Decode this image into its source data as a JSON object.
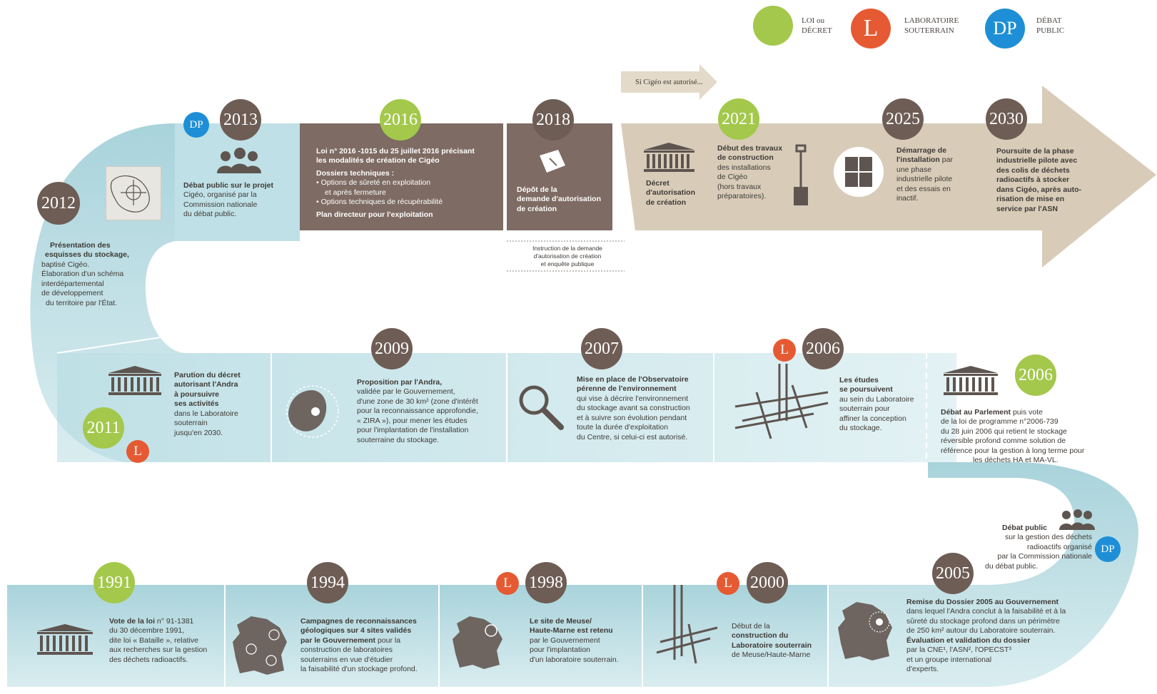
{
  "legend": {
    "loi_line1": "LOI ou",
    "loi_line2": "DÉCRET",
    "labo_letter": "L",
    "labo_line1": "LABORATOIRE",
    "labo_line2": "SOUTERRAIN",
    "dp_letter": "DP",
    "dp_line1": "DÉBAT",
    "dp_line2": "PUBLIC",
    "colors": {
      "loi": "#a3c84b",
      "labo": "#e65a33",
      "debat": "#1e8fd6"
    }
  },
  "badges": {
    "labo": "L",
    "debat": "DP"
  },
  "si_cigeo": "Si Cigéo est autorisé...",
  "years": {
    "y1991": "1991",
    "y1994": "1994",
    "y1998": "1998",
    "y2000": "2000",
    "y2005": "2005",
    "y2006a": "2006",
    "y2006b": "2006",
    "y2007": "2007",
    "y2009": "2009",
    "y2011": "2011",
    "y2012": "2012",
    "y2013": "2013",
    "y2016": "2016",
    "y2018": "2018",
    "y2021": "2021",
    "y2025": "2025",
    "y2030": "2030"
  },
  "events": {
    "e2012": {
      "bold1": "Présentation des",
      "bold2": "esquisses du stockage,",
      "l1": "baptisé Cigéo.",
      "l2": "Élaboration d'un schéma",
      "l3": "interdépartemental",
      "l4": "de développement",
      "l5": "du territoire par l'État."
    },
    "e2013": {
      "bold1": "Débat public sur le projet",
      "l1": "Cigéo, organisé par la",
      "l2": "Commission nationale",
      "l3": "du débat public."
    },
    "e2016": {
      "bold1": "Loi n° 2016 -1015 du 25 juillet 2016 précisant",
      "bold2": "les modalités de création de Cigéo",
      "bold3": "Dossiers techniques :",
      "l1": "• Options de sûreté en exploitation",
      "l2": "et après fermeture",
      "l3": "• Options techniques de récupérabilité",
      "bold4": "Plan directeur pour l'exploitation"
    },
    "e2018": {
      "bold1": "Dépôt de la",
      "bold2": "demande d'autorisation",
      "bold3": "de création",
      "note1": "Instruction de la demande",
      "note2": "d'autorisation de création",
      "note3": "et enquête publique"
    },
    "e2021a": {
      "bold1": "Décret",
      "bold2": "d'autorisation",
      "bold3": "de création"
    },
    "e2021b": {
      "bold1": "Début des travaux",
      "bold2": "de construction",
      "l1": "des installations",
      "l2": "de Cigéo",
      "l3": "(hors travaux",
      "l4": "préparatoires)."
    },
    "e2025": {
      "bold1": "Démarrage de",
      "bold2": "l'installation",
      "l1": "par",
      "l2": "une phase",
      "l3": "industrielle pilote",
      "l4": "et des essais en",
      "l5": "inactif."
    },
    "e2030": {
      "l1": "Poursuite de la phase",
      "l2": "industrielle pilote avec",
      "l3": "des colis de déchets",
      "l4": "radioactifs à stocker",
      "l5": "dans Cigéo, après auto-",
      "l6": "risation de mise en",
      "l7": "service par l'ASN"
    },
    "e2011": {
      "bold1": "Parution du décret",
      "bold2": "autorisant l'Andra",
      "bold3": "à poursuivre",
      "bold4": "ses activités",
      "l1": "dans le Laboratoire",
      "l2": "souterrain",
      "l3": "jusqu'en 2030."
    },
    "e2009": {
      "bold1": "Proposition par l'Andra,",
      "l1": "validée par le Gouvernement,",
      "l2": "d'une zone de 30 km² (zone d'intérêt",
      "l3": "pour la reconnaissance approfondie,",
      "l4": "« ZIRA »), pour mener les études",
      "l5": "pour l'implantation de l'installation",
      "l6": "souterraine du stockage."
    },
    "e2007": {
      "bold1": "Mise en place de l'Observatoire",
      "bold2": "pérenne de l'environnement",
      "l1": "qui vise à décrire l'environnement",
      "l2": "du stockage avant sa construction",
      "l3": "et à suivre son évolution pendant",
      "l4": "toute la durée d'exploitation",
      "l5": "du Centre, si celui-ci est autorisé."
    },
    "e2006a": {
      "bold1": "Les études",
      "bold2": "se poursuivent",
      "l1": "au sein du Laboratoire",
      "l2": "souterrain pour",
      "l3": "affiner la conception",
      "l4": "du stockage."
    },
    "e2006b": {
      "bold1": "Débat au Parlement",
      "l0": "puis vote",
      "l1": "de la loi de programme n°2006-739",
      "l2": "du 28 juin 2006 qui retient le stockage",
      "l3": "réversible profond comme solution de",
      "l4": "référence pour la gestion à long terme pour",
      "l5": "les déchets HA et MA-VL."
    },
    "e2005dp": {
      "bold1": "Débat public",
      "l1": "sur la gestion des déchets",
      "l2": "radioactifs organisé",
      "l3": "par la Commission nationale",
      "l4": "du débat public."
    },
    "e1991": {
      "bold1": "Vote de la loi",
      "l0": "n° 91-1381",
      "l1": "du 30 décembre 1991,",
      "l2": "dite loi « Bataille », relative",
      "l3": "aux recherches sur la gestion",
      "l4": "des déchets radioactifs."
    },
    "e1994": {
      "bold1": "Campagnes de reconnaissances",
      "bold2": "géologiques sur 4 sites validés",
      "bold3": "par le Gouvernement",
      "l0": "pour la",
      "l1": "construction de laboratoires",
      "l2": "souterrains en vue d'étudier",
      "l3": "la faisabilité d'un stockage profond."
    },
    "e1998": {
      "bold1": "Le site de Meuse/",
      "bold2": "Haute-Marne est retenu",
      "l1": "par le Gouvernement",
      "l2": "pour l'implantation",
      "l3": "d'un laboratoire souterrain."
    },
    "e2000": {
      "l1": "Début de la",
      "bold1": "construction du",
      "bold2": "Laboratoire souterrain",
      "l2": "de Meuse/Haute-Marne"
    },
    "e2005": {
      "bold1": "Remise du Dossier 2005 au Gouvernement",
      "l1": "dans lequel l'Andra conclut à la faisabilité et à la",
      "l2": "sûreté du stockage profond dans un périmètre",
      "l3": "de 250 km² autour du Laboratoire souterrain.",
      "bold2": "Évaluation et validation du dossier",
      "l4": "par la CNE¹, l'ASN², l'OPECST³",
      "l5": "et un groupe international",
      "l6": "d'experts."
    }
  }
}
